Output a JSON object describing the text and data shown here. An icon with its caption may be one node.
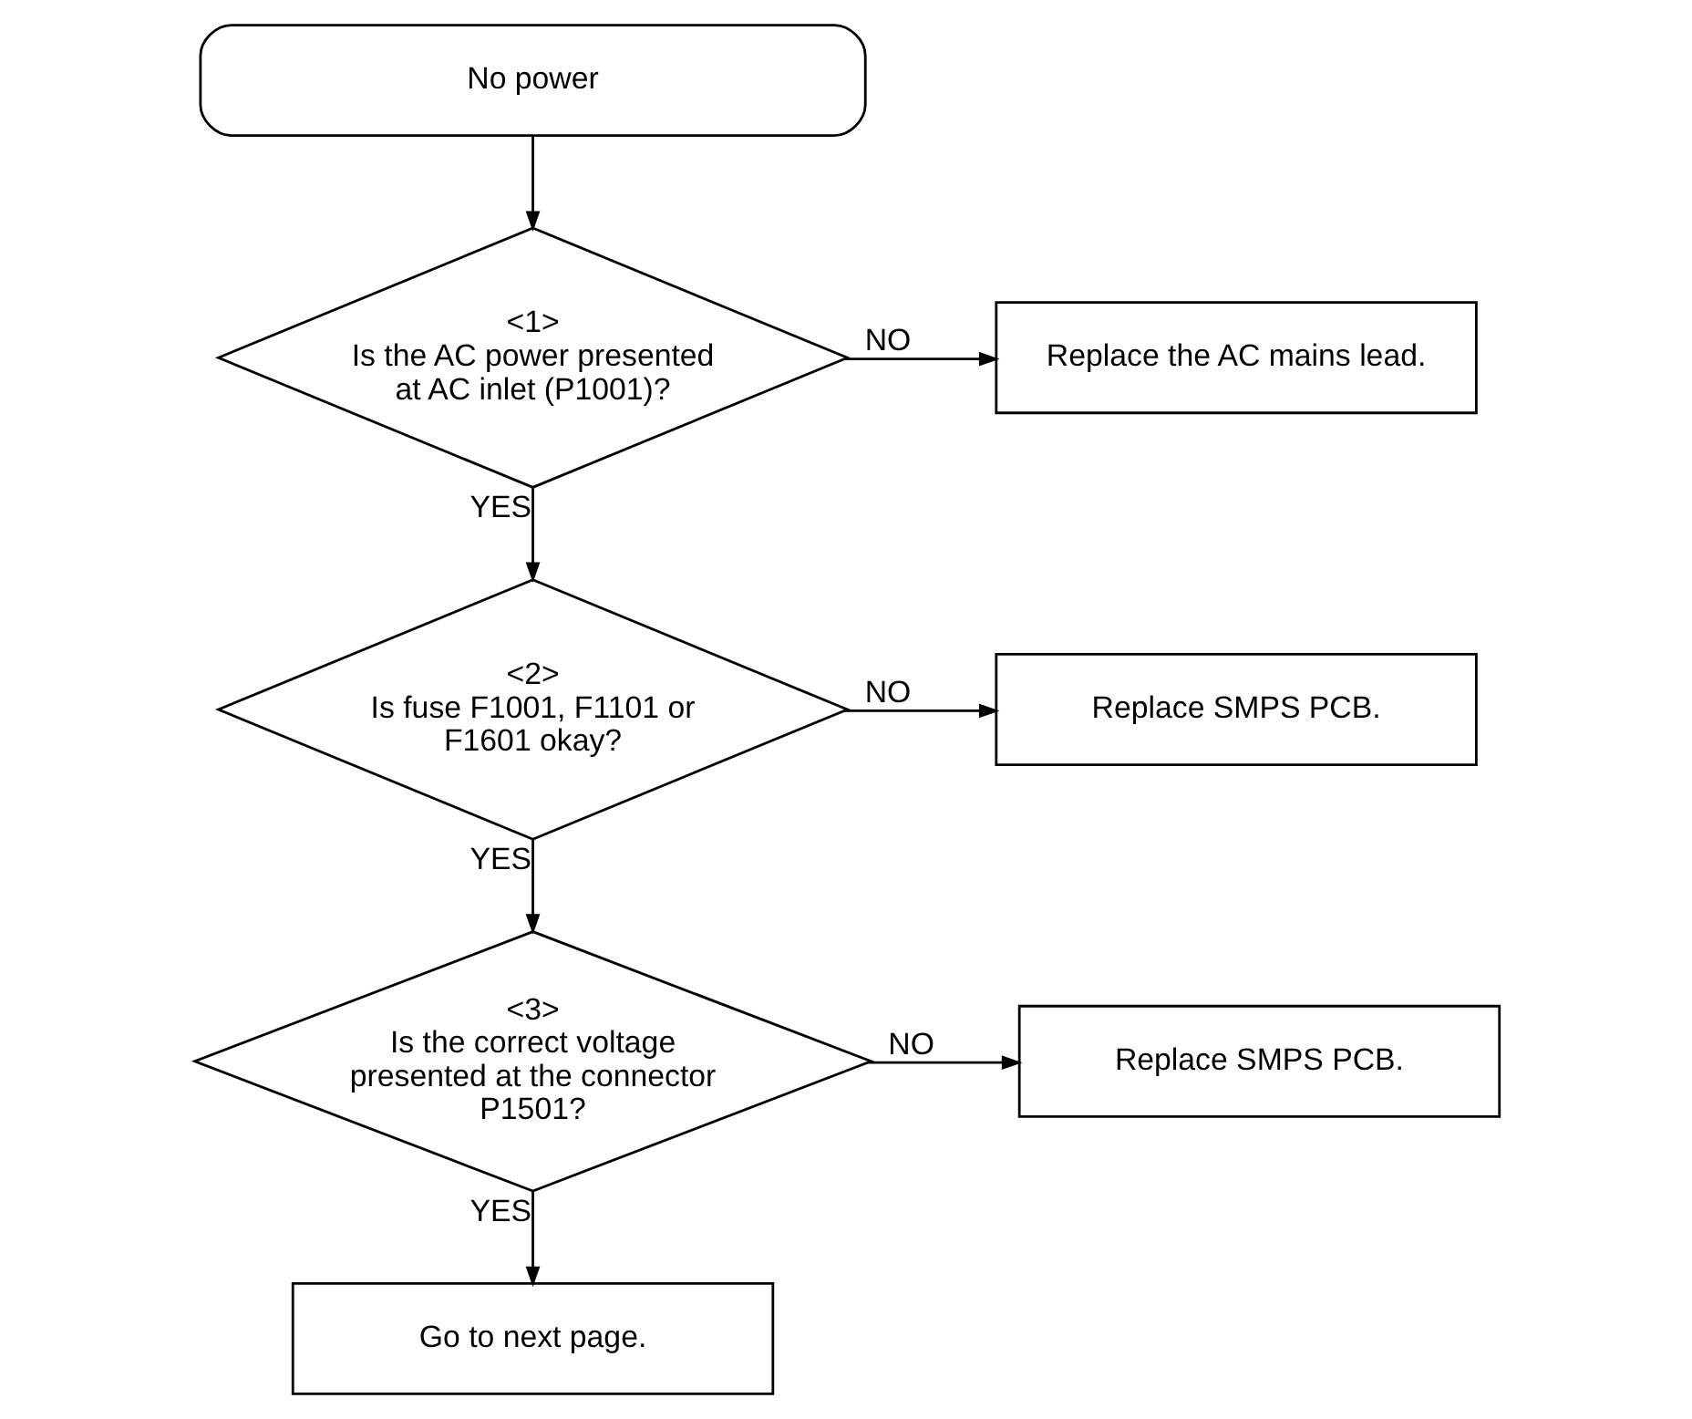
{
  "diagram": {
    "nodes": [
      {
        "text": [
          "No power"
        ]
      },
      {
        "text": [
          "<1>",
          "Is the AC power presented at AC inlet (P1001)?"
        ]
      },
      {
        "text": [
          "Replace the AC mains lead."
        ]
      },
      {
        "text": [
          "<2>",
          "Is fuse F1001, F1101 or F1601 okay?"
        ]
      },
      {
        "text": [
          "Replace SMPS PCB."
        ]
      },
      {
        "text": [
          "<3>",
          "Is the correct voltage presented at the connector P1501?"
        ]
      },
      {
        "text": [
          "Replace SMPS PCB."
        ]
      },
      {
        "text": [
          "Go to next page."
        ]
      }
    ],
    "edges": [
      {
        "from": 0,
        "to": 1,
        "arrow": "to"
      },
      {
        "from": 1,
        "to": 2,
        "arrow": "to",
        "label": "NO"
      },
      {
        "from": 1,
        "to": 3,
        "arrow": "to",
        "label": "YES"
      },
      {
        "from": 3,
        "to": 4,
        "arrow": "to",
        "label": "NO"
      },
      {
        "from": 3,
        "to": 5,
        "arrow": "to",
        "label": "YES"
      },
      {
        "from": 5,
        "to": 6,
        "arrow": "to",
        "label": "NO"
      },
      {
        "from": 5,
        "to": 7,
        "arrow": "to",
        "label": "YES"
      }
    ]
  }
}
